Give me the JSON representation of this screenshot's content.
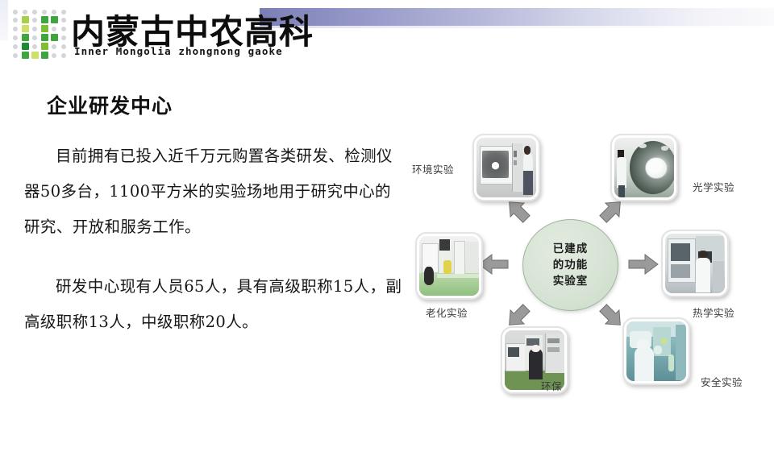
{
  "header": {
    "logo_cn": "内蒙古中农高科",
    "logo_en": "Inner Mongolia zhongnong gaoke",
    "band_color_start": "#7b7fb5",
    "band_color_end": "#fafafc"
  },
  "slide": {
    "title": "企业研发中心",
    "paragraphs": [
      "目前拥有已投入近千万元购置各类研发、检测仪器50多台，1100平方米的实验场地用于研究中心的研究、开放和服务工作。",
      "研发中心现有人员65人，具有高级职称15人，副高级职称13人，中级职称20人。"
    ]
  },
  "diagram": {
    "hub": {
      "lines": [
        "已建成",
        "的功能",
        "实验室"
      ],
      "fill_color": "#d6e3d4",
      "border_color": "#9fb49e"
    },
    "arrow_color": "#9a9a9a",
    "nodes": [
      {
        "id": "environment",
        "label": "环境实验",
        "photo": "environmental-chamber-photo"
      },
      {
        "id": "optical",
        "label": "光学实验",
        "photo": "integrating-sphere-photo"
      },
      {
        "id": "thermal",
        "label": "热学实验",
        "photo": "thermal-test-photo"
      },
      {
        "id": "safety",
        "label": "安全实验",
        "photo": "cleanroom-worker-photo"
      },
      {
        "id": "environmental-protection",
        "label": "环保",
        "photo": "lab-bench-photo"
      },
      {
        "id": "aging",
        "label": "老化实验",
        "photo": "aging-lab-photo"
      }
    ]
  }
}
